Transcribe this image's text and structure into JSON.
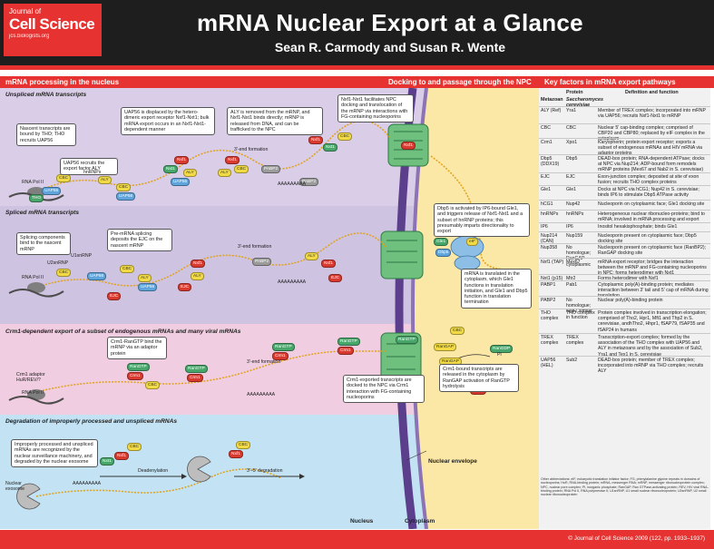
{
  "header": {
    "journal_small": "Journal of",
    "journal_big": "Cell Science",
    "journal_url": "jcs.biologists.org",
    "title": "mRNA Nuclear Export at a Glance",
    "authors": "Sean R. Carmody and Susan R. Wente"
  },
  "sections": {
    "left": "mRNA processing in the nucleus",
    "middle": "Docking to and passage through the NPC",
    "right": "Key factors in mRNA export pathways"
  },
  "lanes": {
    "unspliced": "Unspliced mRNA transcripts",
    "spliced": "Spliced mRNA transcripts",
    "crm1": "Crm1-dependent export of a subset of endogenous mRNAs and many viral mRNAs",
    "degradation": "Degradation of improperly processed and unspliced mRNAs"
  },
  "callouts": {
    "nascent": "Nascent transcripts are bound by THO; THO recruits UAP56",
    "uap56_aly": "UAP56 recruits the export factor ALY",
    "uap56_displaced": "UAP56 is displaced by the hetero-dimeric export receptor Nxf1-Nxt1; bulk mRNA export occurs in an Nxf1-Nxt1-dependent manner",
    "aly_removed": "ALY is removed from the mRNP, and Nxf1-Nxt1 binds directly; mRNP is released from DNA, and can be trafficked to the NPC",
    "nxf1_npc": "Nxf1-Nxt1 facilitates NPC docking and translocation of the mRNP via interactions with FG-containing nucleoporins",
    "dbp5": "Dbp5 is activated by IP6-bound Gle1, and triggers release of Nxf1-Nxt1 and a subset of hnRNP proteins; this presumably imparts directionality to export",
    "splicing_comp": "Splicing components bind to the nascent mRNP",
    "pre_mrna": "Pre-mRNA splicing deposits the EJC on the nascent mRNP",
    "translated": "mRNA is translated in the cytoplasm, which Gle1 functions in translation initiation, and Gle1 and Dbp5 function in translation termination",
    "crm1_adaptor": "Crm1-RanGTP bind the mRNP via an adaptor protein",
    "crm1_docked": "Crm1-exported transcripts are docked to the NPC via Crm1 interaction with FG-containing nucleoporins",
    "crm1_released": "Crm1-bound transcripts are released in the cytoplasm by RanGAP activation of RanGTP hydrolysis",
    "surveillance": "Improperly processed and unspliced mRNAs are recognized by the nuclear surveillance machinery, and degraded by the nuclear exosome",
    "deadenylation": "Deadenylation",
    "degradation35": "3'–5' degradation"
  },
  "labels": {
    "rna_pol": "RNA Pol II",
    "hnrnps": "hnRNPs",
    "formation": "3'-end formation",
    "polya": "AAAAAAAAA",
    "u2snrnp": "U2snRNP",
    "u1snrnp": "U1snRNP",
    "crm1_adaptor_lbl": "Crm1 adaptor HuR/REV/?",
    "nuclear_exosome": "Nuclear exosome",
    "nucleus": "Nucleus",
    "cytoplasm": "Cytoplasm",
    "nuclear_envelope": "Nuclear envelope",
    "p_i": "Pi"
  },
  "proteins": {
    "cbc": "CBC",
    "aly": "ALY",
    "uap56": "UAP56",
    "tho": "THO",
    "nxf1": "Nxf1",
    "nxt1": "Nxt1",
    "pabp2": "PABP2",
    "ejc": "EJC",
    "crm1": "Crm1",
    "rangtp": "RanGTP",
    "rangap": "RanGAP",
    "rangdp": "RanGDP",
    "gle1": "Gle1",
    "dbp5": "Dbp5",
    "ip6": "IP6",
    "eif": "eIF"
  },
  "table": {
    "col_protein": "Protein",
    "col_metazoan": "Metazoan",
    "col_yeast": "Saccharomyces cerevisiae",
    "col_def": "Definition and function",
    "rows": [
      {
        "m": "ALY (Ref)",
        "s": "Yra1",
        "d": "Member of TREX complex; incorporated into mRNP via UAP56; recruits Nxf1-Nxt1 to mRNP"
      },
      {
        "m": "CBC",
        "s": "CBC",
        "d": "Nuclear 5' cap-binding complex; comprised of CBP20 and CBP80; replaced by eIF complex in the cytoplasm"
      },
      {
        "m": "Crm1",
        "s": "Xpo1",
        "d": "Karyopherin; protein export receptor; exports a subset of endogenous mRNAs and HIV mRNA via adaptor proteins"
      },
      {
        "m": "Dbp5 (DDX19)",
        "s": "Dbp5",
        "d": "DEAD-box protein; RNA-dependent ATPase; docks at NPC via Nup214; ADP-bound form remodels mRNP proteins (Mex67 and Nab2 in S. cerevisiae)"
      },
      {
        "m": "EJC",
        "s": "EJC",
        "d": "Exon-junction complex; deposited at site of exon fusion; recruits THO complex proteins"
      },
      {
        "m": "Gle1",
        "s": "Gle1",
        "d": "Docks at NPC via hCG1; Nup42 in S. cerevisiae; binds IP6 to stimulate Dbp5 ATPase activity"
      },
      {
        "m": "hCG1",
        "s": "Nup42",
        "d": "Nucleoporin on cytoplasmic face; Gle1 docking site"
      },
      {
        "m": "hnRNPs",
        "s": "hnRNPs",
        "d": "Heterogeneous nuclear ribonucleo-proteins; bind to mRNA; involved in mRNA processing and export"
      },
      {
        "m": "IP6",
        "s": "IP6",
        "d": "Inositol hexakisphosphate; binds Gle1"
      },
      {
        "m": "Nup214 (CAN)",
        "s": "Nup159",
        "d": "Nucleoporin present on cytoplasmic face; Dbp5 docking site"
      },
      {
        "m": "Nup358",
        "s": "No homologue; RanGAP cytoplasmic",
        "d": "Nucleoporin present on cytoplasmic face (RanBP2); RanGAP docking site"
      },
      {
        "m": "Nxf1 (TAP)",
        "s": "Mex67",
        "d": "mRNA export receptor; bridges the interaction between the mRNP and FG-containing nucleoporins in NPC; forms heterodimer with Nxt1"
      },
      {
        "m": "Nxt1 (p15)",
        "s": "Mtr2",
        "d": "Forms heterodimer with Nxf1"
      },
      {
        "m": "PABP1",
        "s": "Pab1",
        "d": "Cytoplasmic poly(A)-binding protein; mediates interaction between 3' tail and 5' cap of mRNA during translation"
      },
      {
        "m": "PABP2",
        "s": "No homologue; Nab2 similar in function",
        "d": "Nuclear poly(A)-binding protein"
      },
      {
        "m": "THO complex",
        "s": "THO complex",
        "d": "Protein complex involved in transcription elongation; comprised of Tho2, Hpr1, Mft1 and Thp2 in S. cerevisiae, andhTho2, Hhpr1, fSAP79, fSAP35 and fSAP24 in humans"
      },
      {
        "m": "TREX complex",
        "s": "TREX complex",
        "d": "Transcription-export complex; formed by the association of the THO complex with UAP56 and ALY in metazoans and by the association of Sub2, Yra1 and Tex1 in S. cerevisiae"
      },
      {
        "m": "UAP56 (HEL)",
        "s": "Sub2",
        "d": "DEAD-box protein; member of TREX complex; incorporated into mRNP via THO complex; recruits ALY"
      }
    ],
    "abbreviations": "Other abbreviations: eIF, eukaryotic translation initiator factor; FG, phenylalanine glycine repeats in domains of nucleoporins; HuR, RNA-binding protein; mRNA, messenger RNA; mRNP, messenger ribonucleoprotein complex; NPC, nuclear pore complex; Pi, inorganic phosphate; RanGAP, Ran GTPase-activating protein; REV, HIV viral RNA-binding protein; RNA Pol II, RNA polymerase II; U1snRNP, U1 small nuclear ribonucleoprotein; U2snRNP, U2 small nuclear ribonucleoprotein"
  },
  "footer": "© Journal of Cell Science 2009 (122, pp. 1933–1937)",
  "colors": {
    "red": "#e63331",
    "dark": "#1e1e1e",
    "purple_lane": "#d7cbe6",
    "pink_lane": "#efc9de",
    "blue_lane": "#bfe2f3",
    "cytoplasm": "#fbe7a6",
    "envelope": "#5b3f8c",
    "green": "#49a66b",
    "cbc_yellow": "#f1da45",
    "uap56_blue": "#5fa5dc",
    "nxf1_red": "#d93a30",
    "pabp_gray": "#9b9b9b"
  }
}
